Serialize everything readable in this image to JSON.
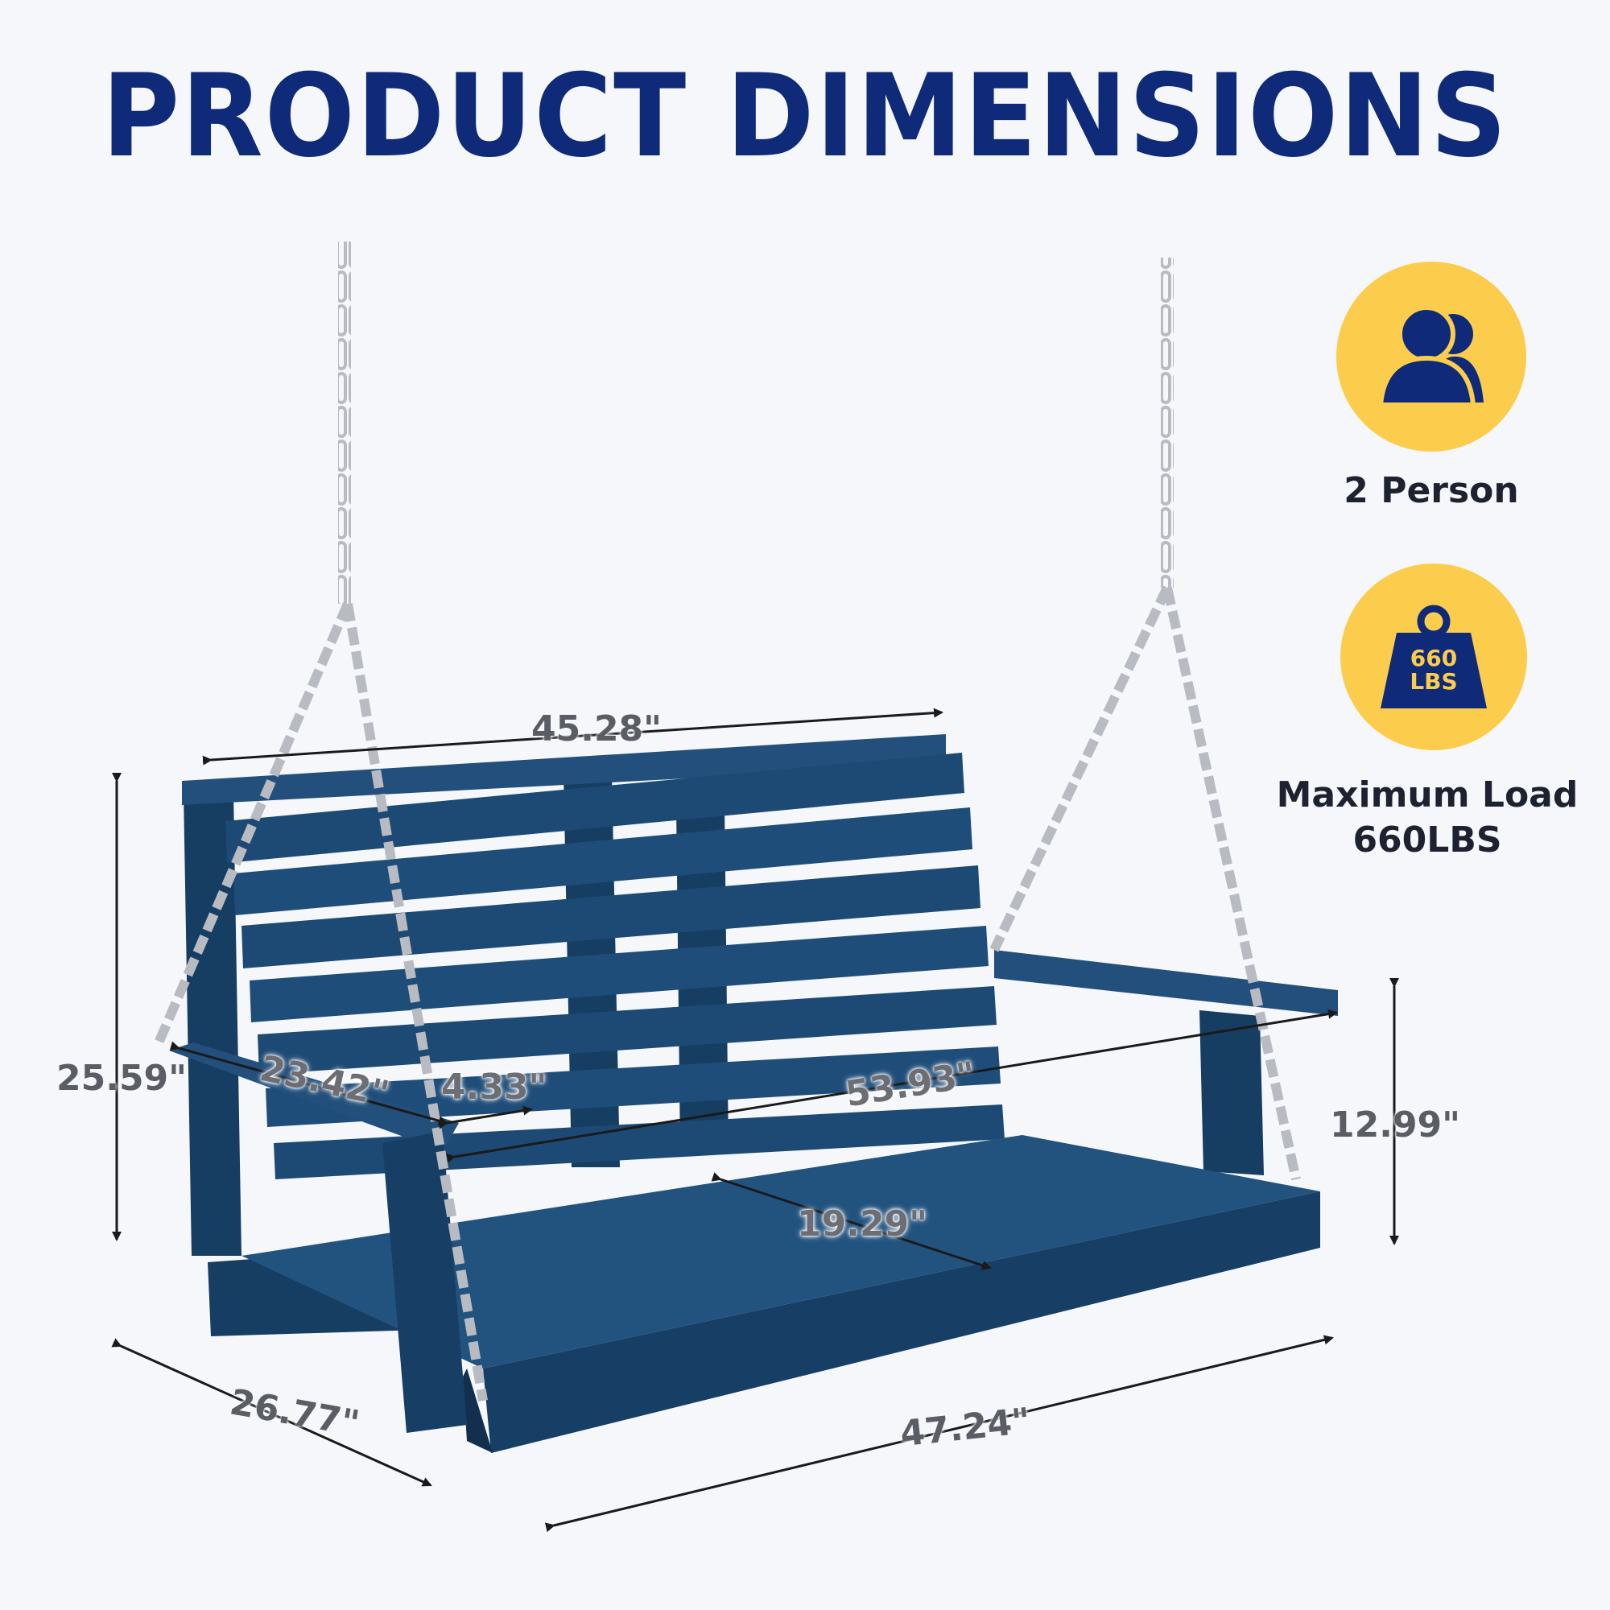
{
  "heading": "PRODUCT DIMENSIONS",
  "badges": {
    "capacity": {
      "label": "2 Person",
      "icon": "two-person-icon"
    },
    "load": {
      "label_line1": "Maximum Load",
      "label_line2": "660LBS",
      "icon": "weight-icon",
      "weight_text_line1": "660",
      "weight_text_line2": "LBS"
    }
  },
  "dimensions": {
    "back_width": "45.28\"",
    "overall_height": "25.59\"",
    "armrest_length": "23.42\"",
    "armrest_width": "4.33\"",
    "overall_width": "53.93\"",
    "seat_height": "12.99\"",
    "seat_depth": "19.29\"",
    "overall_depth": "26.77\"",
    "seat_width": "47.24\""
  },
  "colors": {
    "heading": "#0e2a78",
    "badge": "#fccd4d",
    "icon": "#0e2a78",
    "bench": "#1d4a74",
    "chain": "#b8bcc2"
  }
}
